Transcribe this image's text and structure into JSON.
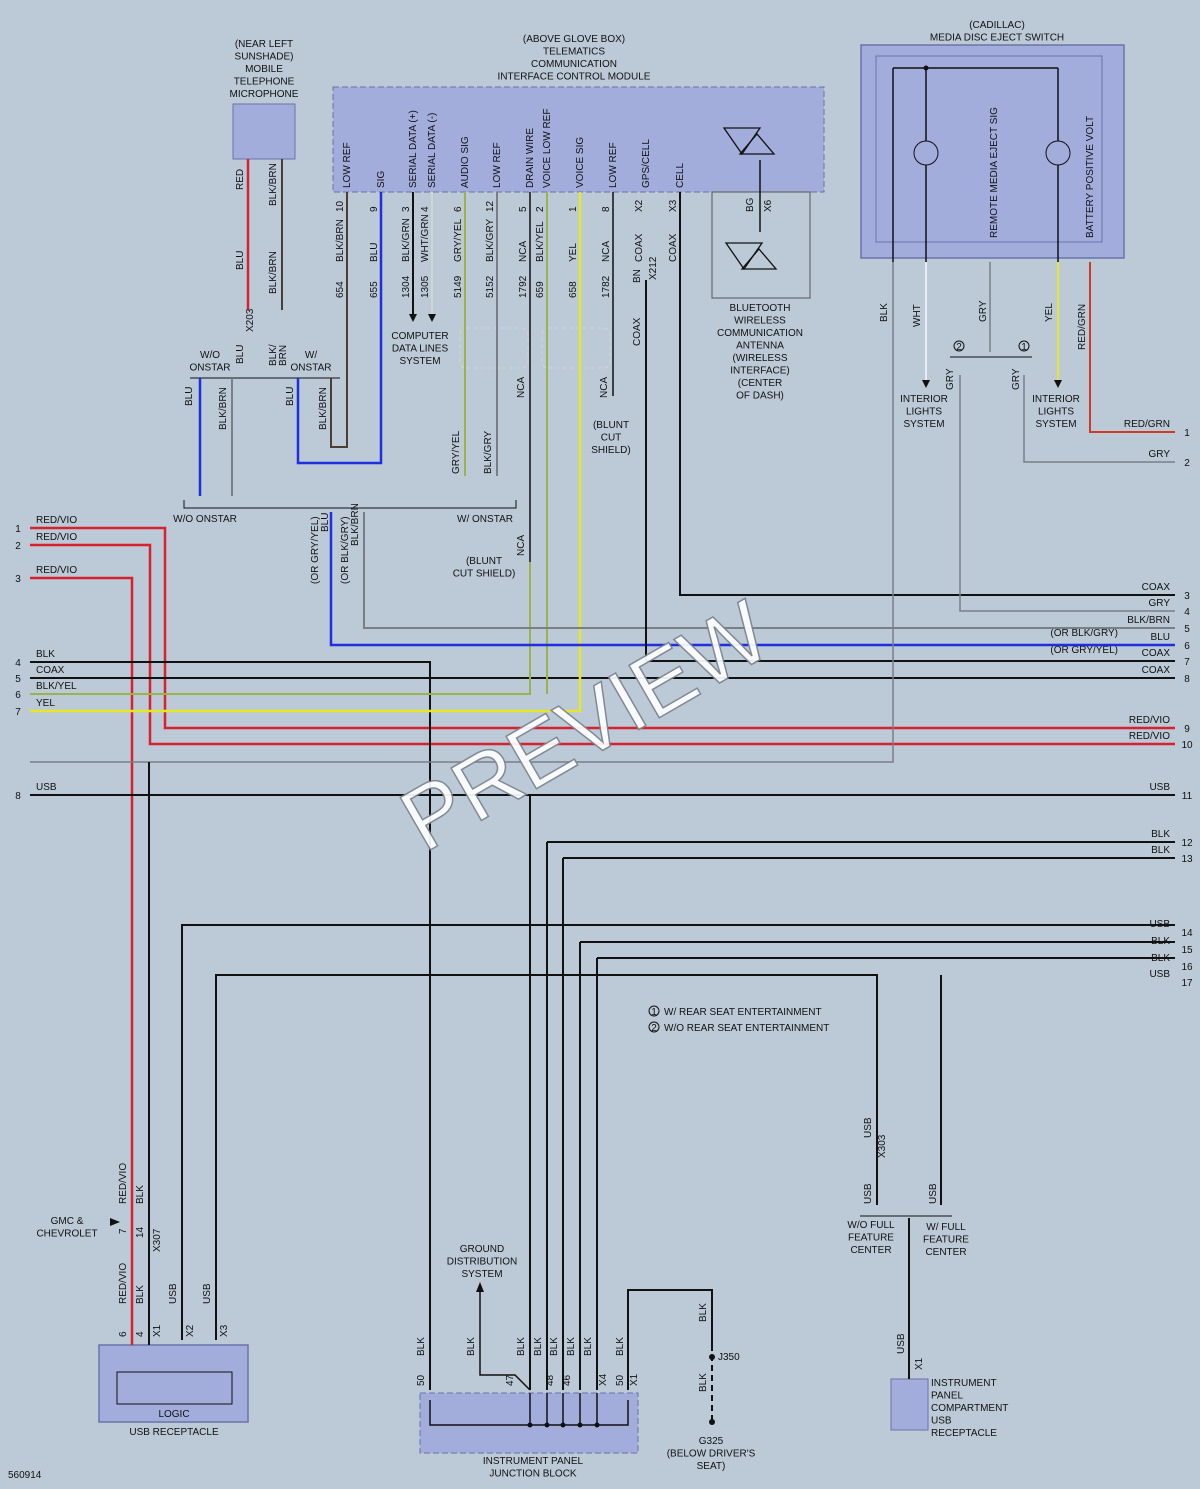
{
  "figure_id": "560914",
  "watermark": "PREVIEW",
  "colors": {
    "background": "#bcc9d6",
    "module_fill": "#a3addc",
    "module_stroke": "#6a74a8",
    "red": "#d6222e",
    "blue": "#1e2fe0",
    "yellow": "#e8e62a",
    "gry_yel": "#9ab34a",
    "gray": "#7a7f86",
    "black": "#111111",
    "blk_brn": "#4a3f34",
    "red_grn": "#cf3a23"
  },
  "blocks": {
    "microphone": [
      "(NEAR LEFT",
      "SUNSHADE)",
      "MOBILE",
      "TELEPHONE",
      "MICROPHONE"
    ],
    "telematics": [
      "(ABOVE GLOVE BOX)",
      "TELEMATICS",
      "COMMUNICATION",
      "INTERFACE CONTROL MODULE"
    ],
    "eject_switch": [
      "(CADILLAC)",
      "MEDIA DISC EJECT SWITCH"
    ],
    "bluetooth": [
      "BLUETOOTH",
      "WIRELESS",
      "COMMUNICATION",
      "ANTENNA",
      "(WIRELESS",
      "INTERFACE)",
      "(CENTER",
      "OF DASH)"
    ],
    "data_lines": [
      "COMPUTER",
      "DATA LINES",
      "SYSTEM"
    ],
    "interior_lights_left": [
      "INTERIOR",
      "LIGHTS",
      "SYSTEM"
    ],
    "interior_lights_right": [
      "INTERIOR",
      "LIGHTS",
      "SYSTEM"
    ],
    "blunt_shield_1": [
      "(BLUNT",
      "CUT",
      "SHIELD)"
    ],
    "blunt_shield_2": [
      "(BLUNT",
      "CUT SHIELD)"
    ],
    "usb_receptacle": "USB RECEPTACLE",
    "logic": "LOGIC",
    "ground_distribution": [
      "GROUND",
      "DISTRIBUTION",
      "SYSTEM"
    ],
    "ip_junction": [
      "INSTRUMENT PANEL",
      "JUNCTION BLOCK"
    ],
    "ground_g325": [
      "G325",
      "(BELOW DRIVER'S",
      "SEAT)"
    ],
    "ip_usb": [
      "INSTRUMENT",
      "PANEL",
      "COMPARTMENT",
      "USB",
      "RECEPTACLE"
    ],
    "wo_full": [
      "W/O FULL",
      "FEATURE",
      "CENTER"
    ],
    "w_full": [
      "W/ FULL",
      "FEATURE",
      "CENTER"
    ],
    "gmc": [
      "GMC &",
      "CHEVROLET"
    ],
    "wo_onstar_top": [
      "W/O",
      "ONSTAR"
    ],
    "w_onstar_top": [
      "W/",
      "ONSTAR"
    ],
    "wo_onstar": "W/O ONSTAR",
    "w_onstar": "W/ ONSTAR"
  },
  "module_pins": [
    {
      "name": "LOW REF",
      "pin": "10",
      "circuit": "654",
      "color": "BLK/BRN"
    },
    {
      "name": "SIG",
      "pin": "9",
      "circuit": "655",
      "color": "BLU"
    },
    {
      "name": "SERIAL DATA (+)",
      "pin": "3",
      "circuit": "1304",
      "color": "BLK/GRN"
    },
    {
      "name": "SERIAL DATA (-)",
      "pin": "4",
      "circuit": "1305",
      "color": "WHT/GRN"
    },
    {
      "name": "AUDIO SIG",
      "pin": "6",
      "circuit": "5149",
      "color": "GRY/YEL"
    },
    {
      "name": "LOW REF",
      "pin": "12",
      "circuit": "5152",
      "color": "BLK/GRY"
    },
    {
      "name": "DRAIN WIRE",
      "pin": "5",
      "circuit": "1792",
      "color": "NCA"
    },
    {
      "name": "VOICE LOW REF",
      "pin": "2",
      "circuit": "659",
      "color": "BLK/YEL"
    },
    {
      "name": "VOICE SIG",
      "pin": "1",
      "circuit": "658",
      "color": "YEL"
    },
    {
      "name": "LOW REF",
      "pin": "8",
      "circuit": "1782",
      "color": "NCA"
    },
    {
      "name": "GPS/CELL",
      "pin": "X2",
      "circuit": "",
      "color": "COAX"
    },
    {
      "name": "CELL",
      "pin": "X3",
      "circuit": "",
      "color": "COAX"
    }
  ],
  "eject_pins": [
    "REMOTE MEDIA EJECT SIG",
    "BATTERY POSITIVE VOLT"
  ],
  "left_wires": [
    {
      "num": "1",
      "label": "RED/VIO"
    },
    {
      "num": "2",
      "label": "RED/VIO"
    },
    {
      "num": "3",
      "label": "RED/VIO"
    },
    {
      "num": "4",
      "label": "BLK"
    },
    {
      "num": "5",
      "label": "COAX"
    },
    {
      "num": "6",
      "label": "BLK/YEL"
    },
    {
      "num": "7",
      "label": "YEL"
    },
    {
      "num": "8",
      "label": "USB"
    }
  ],
  "right_wires": [
    {
      "num": "1",
      "label": "RED/GRN"
    },
    {
      "num": "2",
      "label": "GRY"
    },
    {
      "num": "3",
      "label": "COAX"
    },
    {
      "num": "4",
      "label": "GRY"
    },
    {
      "num": "5",
      "label": "BLK/BRN",
      "alt": "(OR BLK/GRY)"
    },
    {
      "num": "6",
      "label": "BLU",
      "alt": "(OR GRY/YEL)"
    },
    {
      "num": "7",
      "label": "COAX"
    },
    {
      "num": "8",
      "label": "COAX"
    },
    {
      "num": "9",
      "label": "RED/VIO"
    },
    {
      "num": "10",
      "label": "RED/VIO"
    },
    {
      "num": "11",
      "label": "USB"
    },
    {
      "num": "12",
      "label": "BLK"
    },
    {
      "num": "13",
      "label": "BLK"
    },
    {
      "num": "14",
      "label": "USB"
    },
    {
      "num": "15",
      "label": "BLK"
    },
    {
      "num": "16",
      "label": "BLK"
    },
    {
      "num": "17",
      "label": "USB"
    }
  ],
  "notes": [
    {
      "num": "1",
      "text": "W/ REAR SEAT ENTERTAINMENT"
    },
    {
      "num": "2",
      "text": "W/O REAR SEAT ENTERTAINMENT"
    }
  ]
}
